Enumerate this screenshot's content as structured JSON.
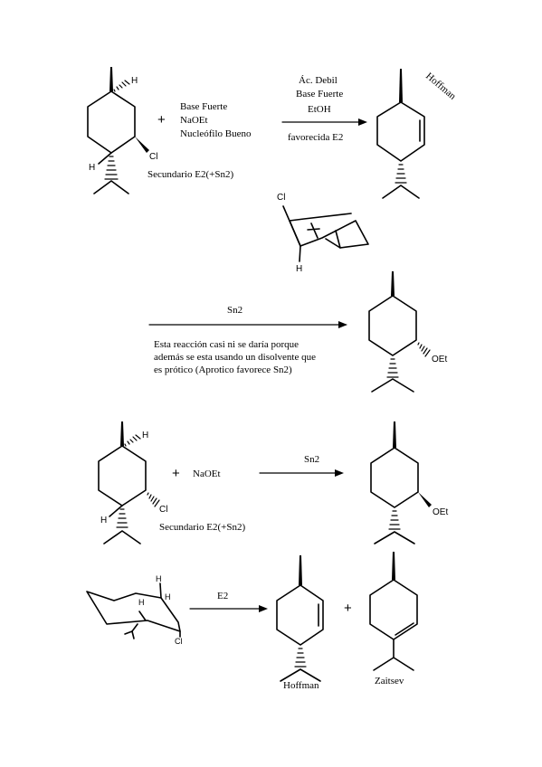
{
  "section1": {
    "reagent_lines": [
      "Base Fuerte",
      "NaOEt",
      "Nucleófilo Bueno"
    ],
    "plus": "+",
    "arrow_above": [
      "Ác. Debil",
      "Base Fuerte",
      "EtOH"
    ],
    "arrow_below": "favorecida E2",
    "classification": "Secundario E2(+Sn2)",
    "product_label": "Hoffman",
    "atoms": {
      "h_top": "H",
      "cl": "Cl",
      "h_left": "H",
      "chair_cl": "Cl",
      "chair_h": "H"
    }
  },
  "section2": {
    "arrow_label": "Sn2",
    "note_lines": [
      "Esta reacción casi ni se daría porque",
      "además se esta usando un disolvente que",
      "es prótico (Aprotico favorece Sn2)"
    ],
    "product_group": "OEt"
  },
  "section3": {
    "plus": "+",
    "reagent": "NaOEt",
    "arrow_label": "Sn2",
    "classification": "Secundario E2(+Sn2)",
    "product_group": "OEt",
    "atoms": {
      "h_top": "H",
      "cl": "Cl",
      "h_left": "H"
    }
  },
  "section4": {
    "arrow_label": "E2",
    "plus": "+",
    "product1_label": "Hoffman",
    "product2_label": "Zaitsev",
    "atoms": {
      "h1": "H",
      "h2": "H",
      "h3": "H",
      "cl": "Cl"
    }
  }
}
